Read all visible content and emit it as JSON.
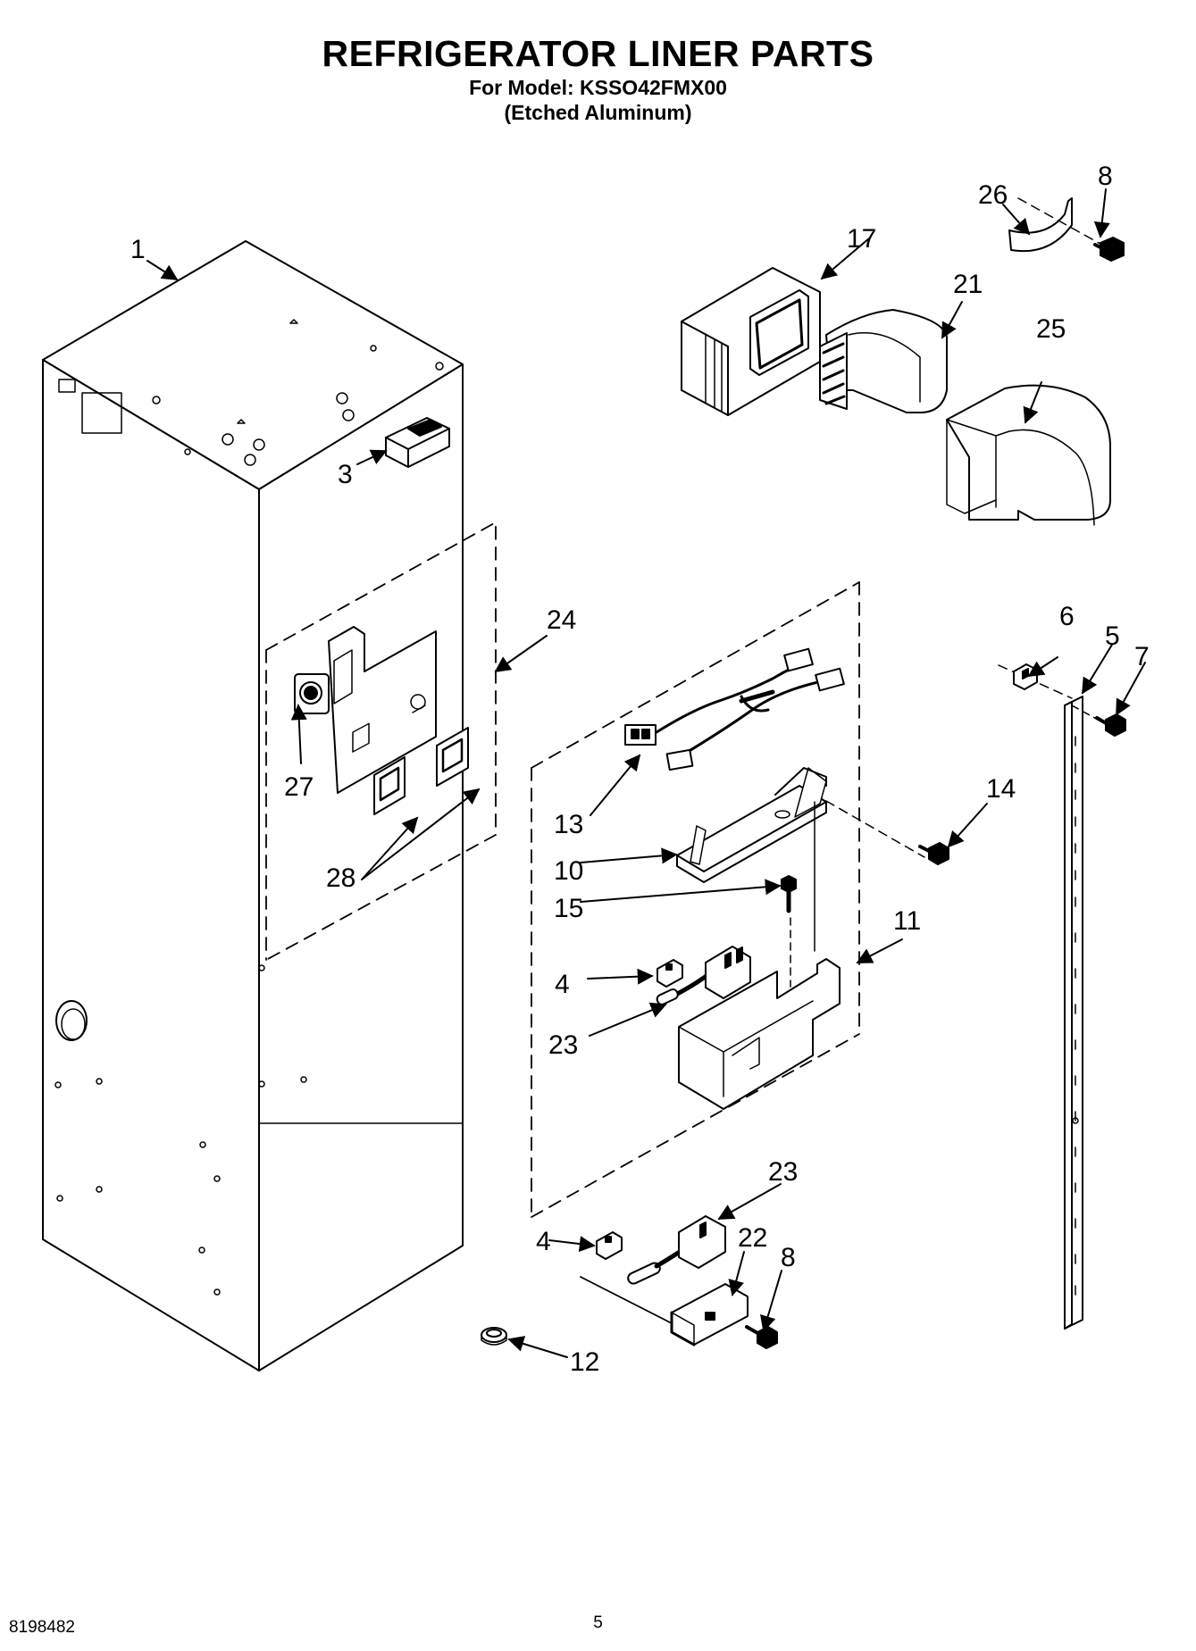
{
  "header": {
    "title": "REFRIGERATOR LINER PARTS",
    "model_line": "For Model: KSSO42FMX00",
    "finish_line": "(Etched Aluminum)"
  },
  "callouts": {
    "c1": "1",
    "c3": "3",
    "c4a": "4",
    "c4b": "4",
    "c5": "5",
    "c6": "6",
    "c7": "7",
    "c8a": "8",
    "c8b": "8",
    "c10": "10",
    "c11": "11",
    "c12": "12",
    "c13": "13",
    "c14": "14",
    "c15": "15",
    "c17": "17",
    "c21": "21",
    "c22": "22",
    "c23a": "23",
    "c23b": "23",
    "c24": "24",
    "c25": "25",
    "c26": "26",
    "c27": "27",
    "c28": "28"
  },
  "footer": {
    "doc_number": "8198482",
    "page_number": "5"
  }
}
